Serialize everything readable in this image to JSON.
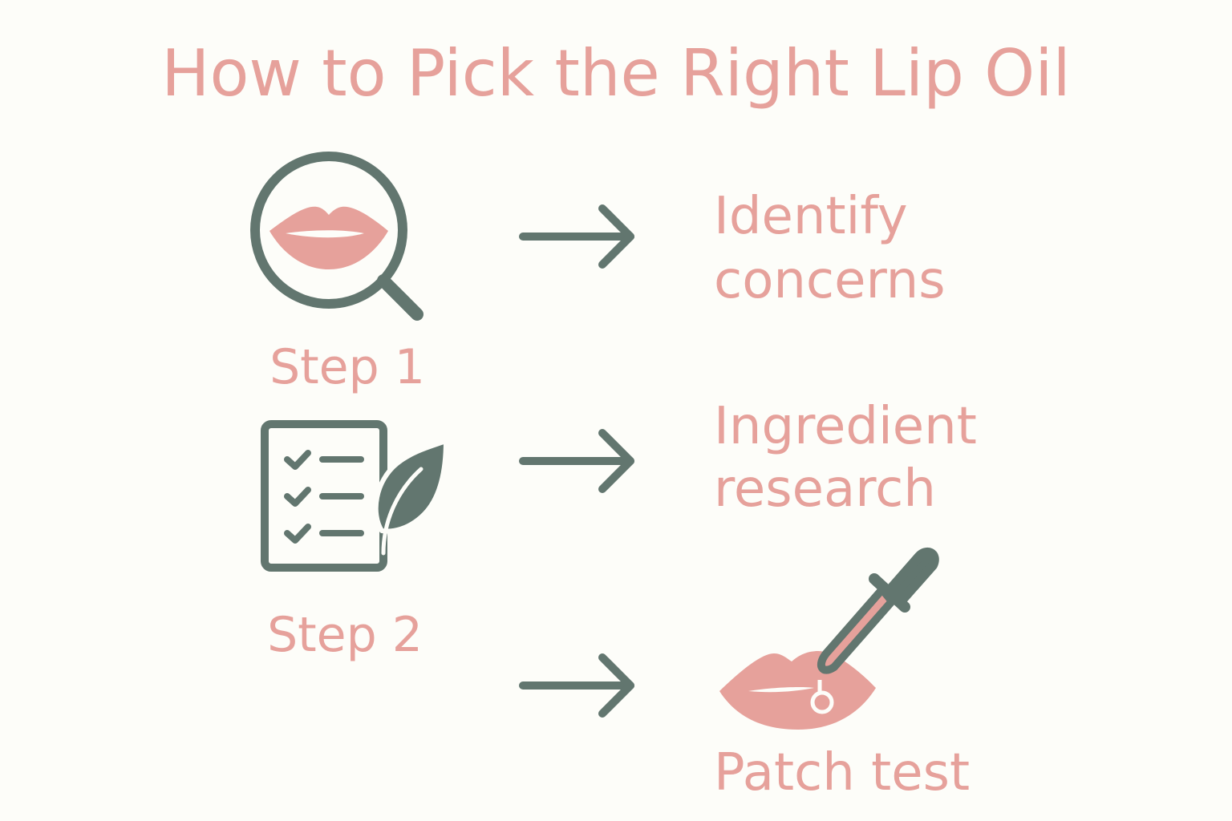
{
  "title": "How to Pick the Right Lip Oil",
  "steps": [
    {
      "step_label": "Step 1",
      "lines": [
        "Identify",
        "concerns"
      ],
      "icon": "magnifier-lips-icon"
    },
    {
      "step_label": "Step 2",
      "lines": [
        "Ingredient",
        "research"
      ],
      "icon": "checklist-leaf-icon"
    },
    {
      "lines": [
        "Patch test"
      ],
      "icon": "dropper-lips-icon"
    }
  ],
  "colors": {
    "accent": "#e6a19b",
    "icon": "#62766f",
    "background": "#fdfdf9"
  }
}
